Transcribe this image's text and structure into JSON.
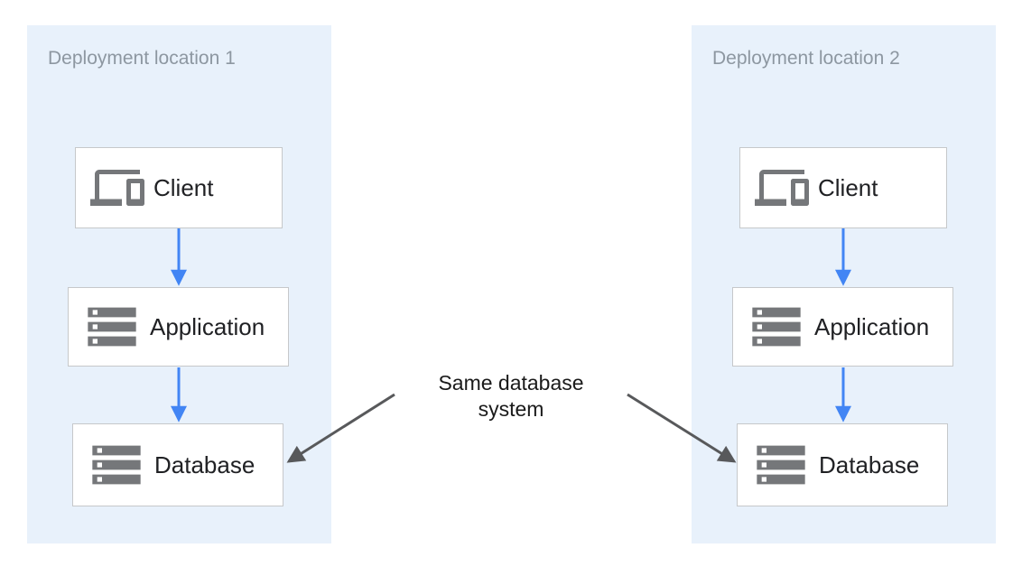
{
  "panels": [
    {
      "label": "Deployment location 1",
      "nodes": [
        {
          "id": "client-1",
          "label": "Client",
          "icon": "devices-icon"
        },
        {
          "id": "application-1",
          "label": "Application",
          "icon": "storage-icon"
        },
        {
          "id": "database-1",
          "label": "Database",
          "icon": "storage-icon"
        }
      ]
    },
    {
      "label": "Deployment location 2",
      "nodes": [
        {
          "id": "client-2",
          "label": "Client",
          "icon": "devices-icon"
        },
        {
          "id": "application-2",
          "label": "Application",
          "icon": "storage-icon"
        },
        {
          "id": "database-2",
          "label": "Database",
          "icon": "storage-icon"
        }
      ]
    }
  ],
  "annotation": {
    "lines": [
      "Same database",
      "system"
    ]
  },
  "connections": [
    {
      "from": "client-1",
      "to": "application-1",
      "style": "flow-arrow"
    },
    {
      "from": "application-1",
      "to": "database-1",
      "style": "flow-arrow"
    },
    {
      "from": "client-2",
      "to": "application-2",
      "style": "flow-arrow"
    },
    {
      "from": "application-2",
      "to": "database-2",
      "style": "flow-arrow"
    },
    {
      "from": "annotation",
      "to": "database-1",
      "style": "annotation-arrow"
    },
    {
      "from": "annotation",
      "to": "database-2",
      "style": "annotation-arrow"
    }
  ],
  "colors": {
    "panel_bg": "#E8F1FB",
    "panel_label": "#8D97A1",
    "node_bg": "#FFFFFF",
    "node_border": "#C6C8CA",
    "node_label": "#202124",
    "icon_gray": "#75777A",
    "flow_arrow": "#4285F4",
    "annotation_arrow": "#58595B",
    "annotation_text": "#1A1A1A"
  }
}
